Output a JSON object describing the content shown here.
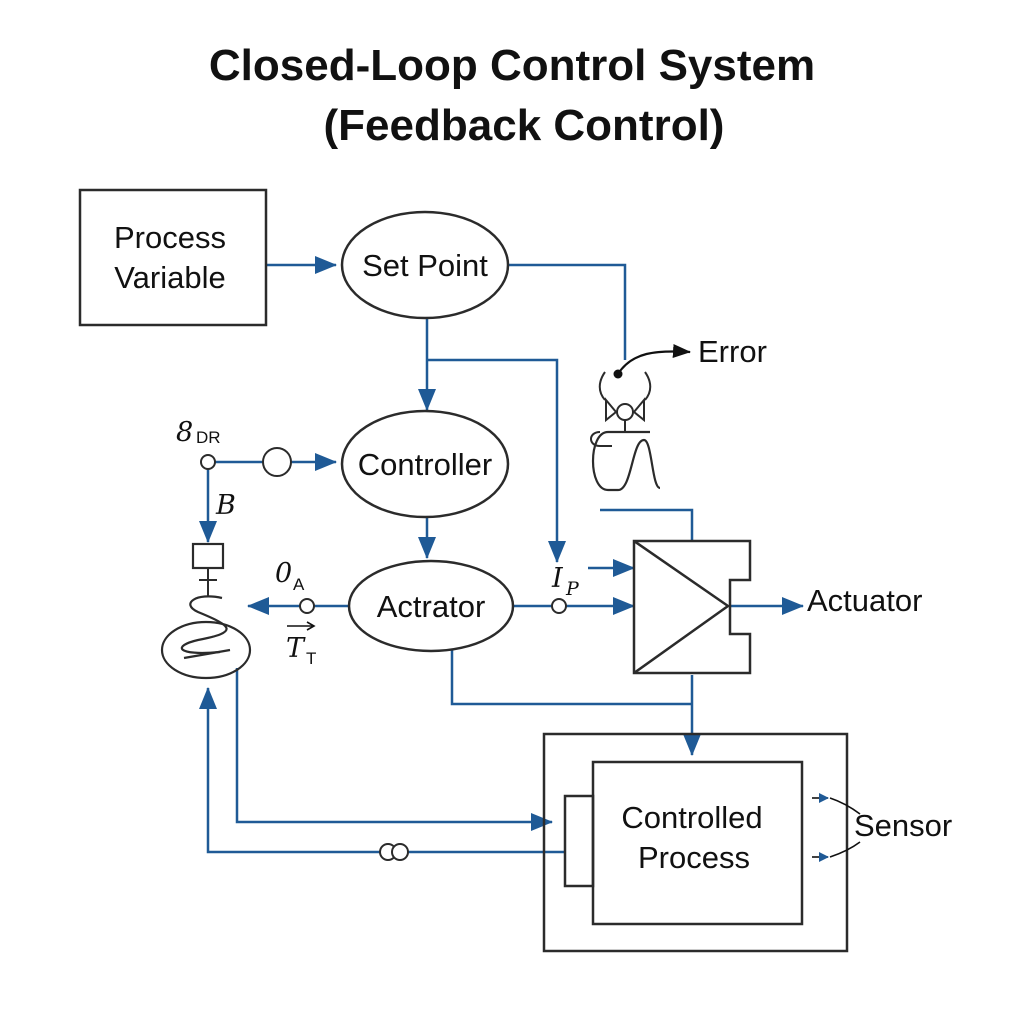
{
  "colors": {
    "flow": "#1f5a96",
    "ink": "#2b2b2b",
    "background": "#ffffff"
  },
  "title": {
    "line1": "Closed-Loop Control System",
    "line2": "(Feedback Control)"
  },
  "blocks": {
    "process_variable": {
      "line1": "Process",
      "line2": "Variable"
    },
    "set_point": "Set Point",
    "controller": "Controller",
    "actrator": "Actrator",
    "controlled_process": {
      "line1": "Controlled",
      "line2": "Process"
    }
  },
  "labels": {
    "error": "Error",
    "actuator": "Actuator",
    "sensor": "Sensor"
  },
  "symbols": {
    "s_dr": {
      "main": "8",
      "sub": "DR"
    },
    "b": "B",
    "o_a": {
      "main": "0",
      "sub": "A"
    },
    "t_t": {
      "main": "T",
      "sub": "T"
    },
    "i_p": {
      "main": "I",
      "sub": "P"
    }
  }
}
